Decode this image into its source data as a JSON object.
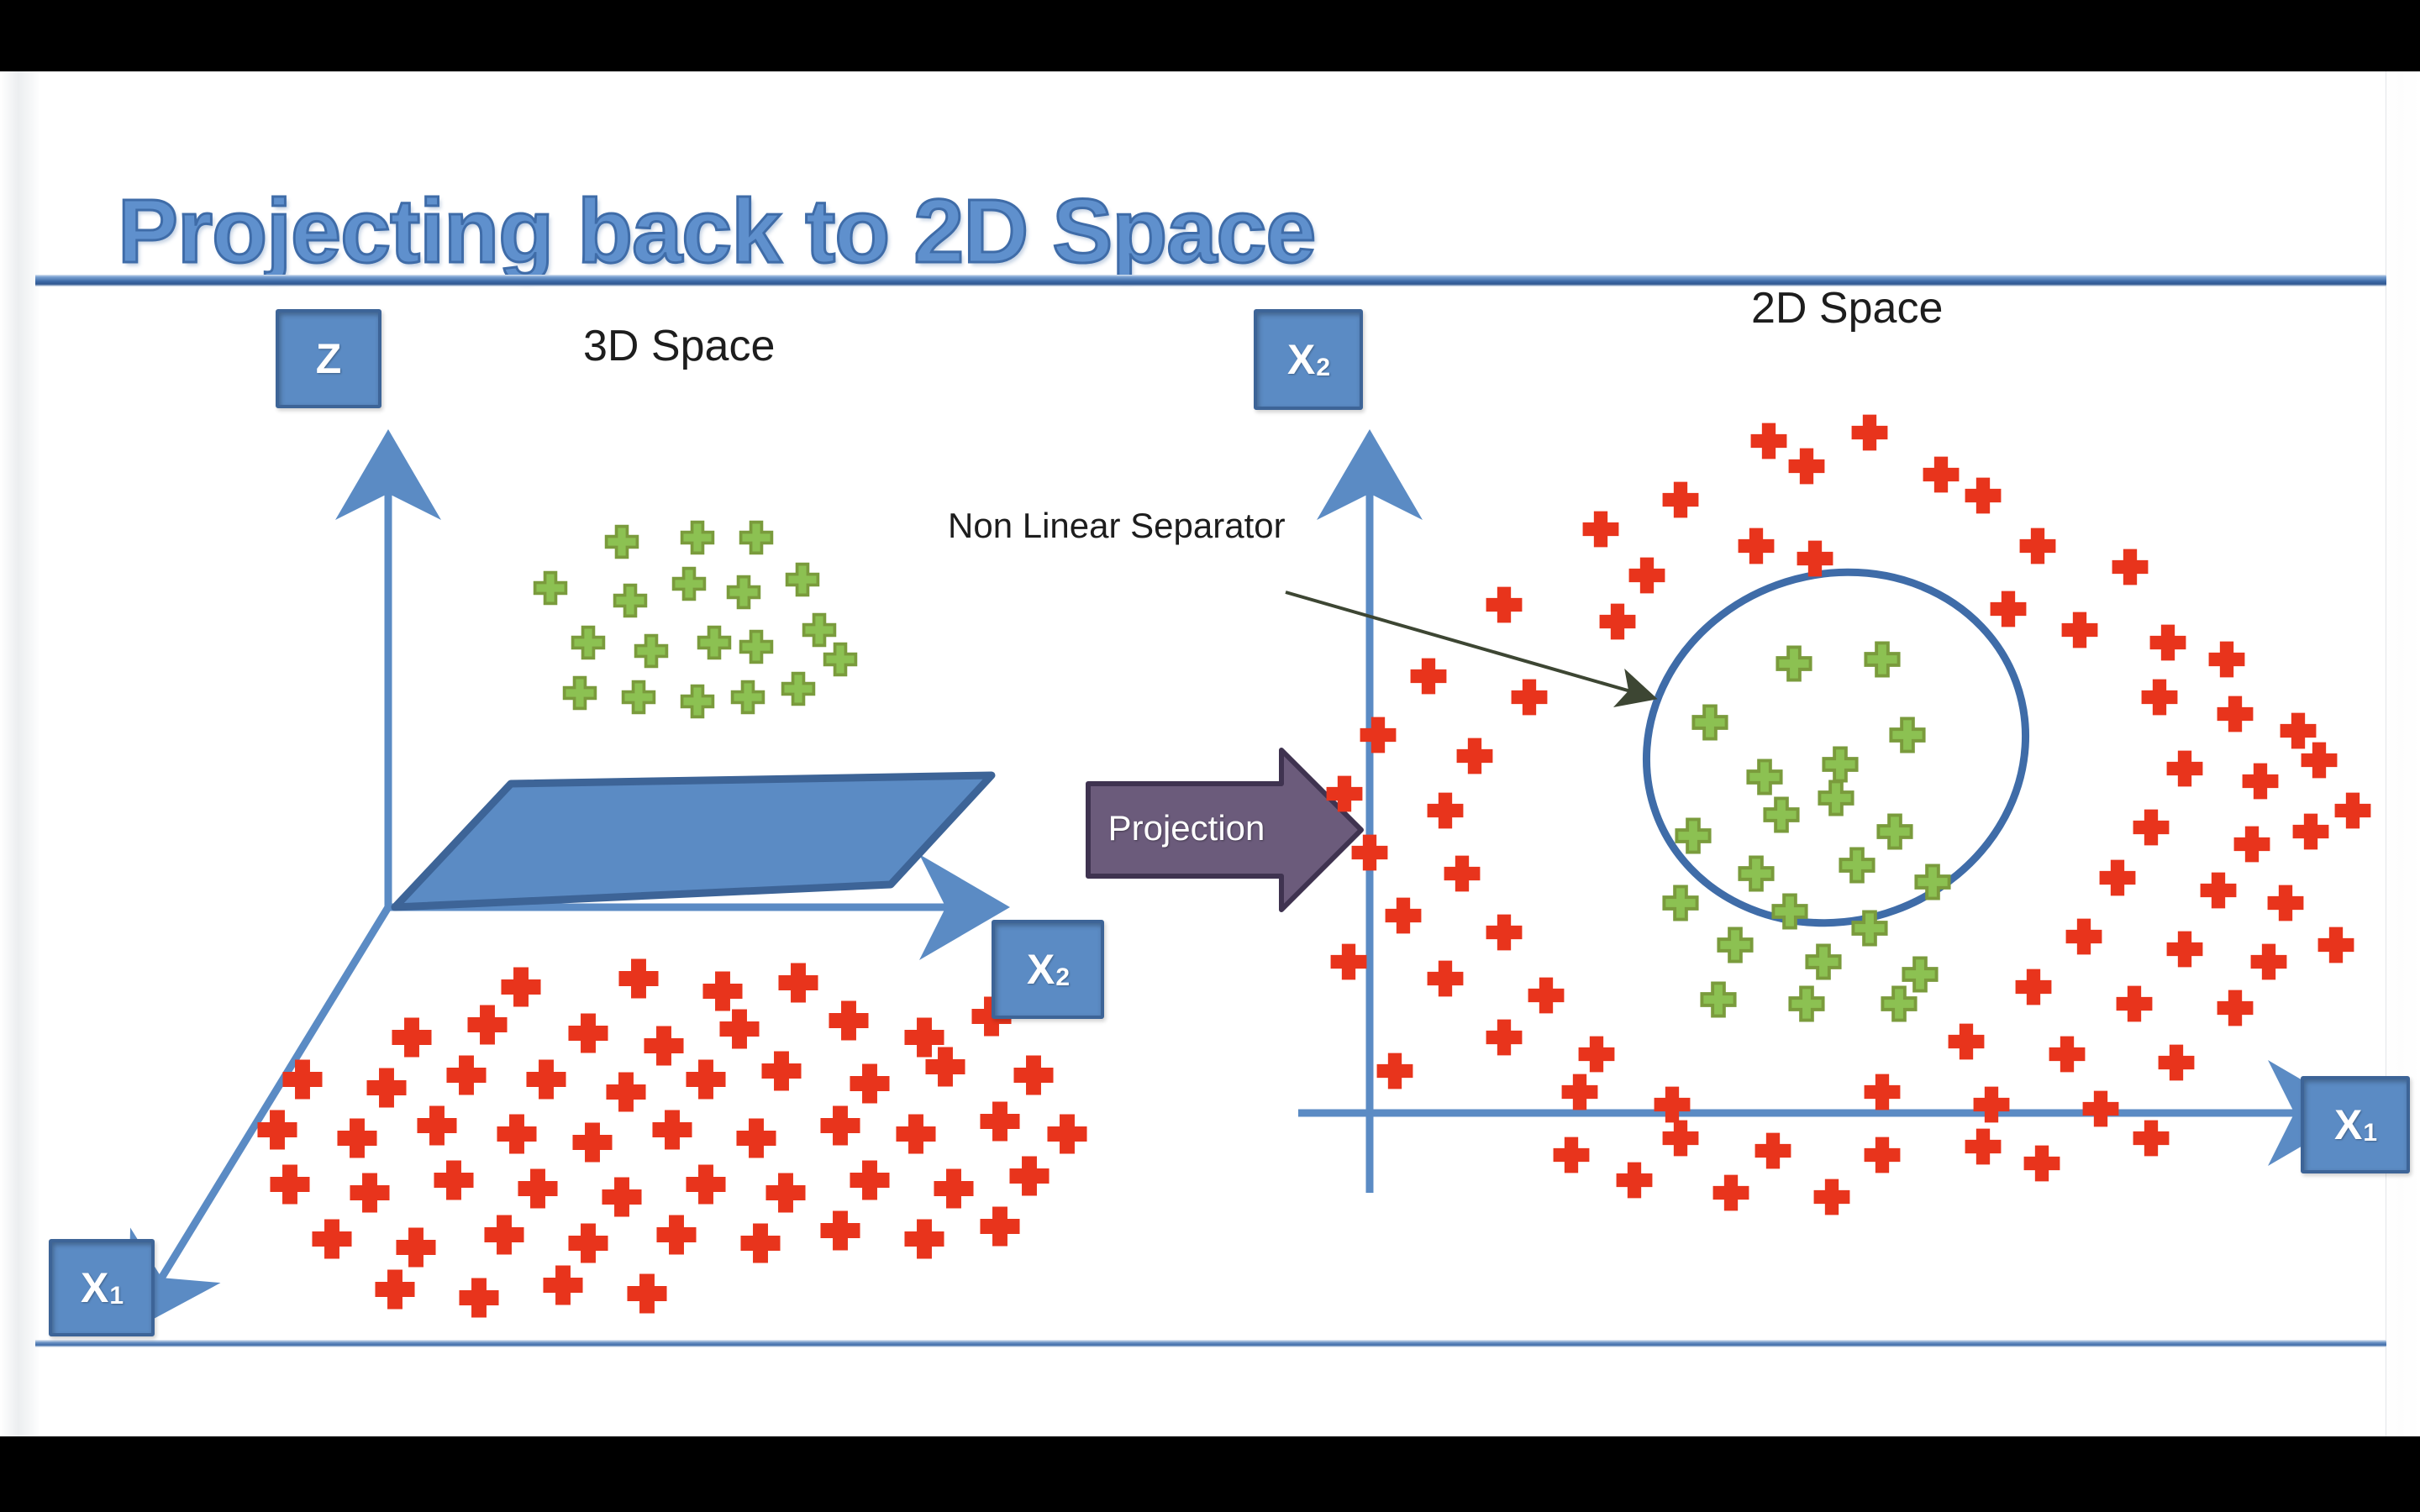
{
  "slide": {
    "title": "Projecting back to 2D Space",
    "title_color": "#5f90cd",
    "title_outline_color": "#3f6ca8",
    "rule_color": "#3f6ca8",
    "background": "#ffffff",
    "letterbox_color": "#000000"
  },
  "left_panel": {
    "heading": "3D Space",
    "axes": [
      {
        "name": "z-axis",
        "label": "Z",
        "sub": ""
      },
      {
        "name": "x2-axis",
        "label": "X",
        "sub": "2"
      },
      {
        "name": "x1-axis",
        "label": "X",
        "sub": "1"
      }
    ],
    "plane_color": "#5b8bc4",
    "plane_border": "#3d6497",
    "green_marker_color": "#8cc152",
    "green_marker_border": "#7a9b3c",
    "red_marker_color": "#e8341c",
    "green_cluster_count": 19,
    "red_cluster_count": 56
  },
  "projection": {
    "label": "Projection",
    "arrow_fill": "#6b5b7b",
    "arrow_border": "#3f3350",
    "text_color": "#ffffff"
  },
  "right_panel": {
    "heading": "2D Space",
    "annotation": "Non Linear Separator",
    "annotation_color": "#404a33",
    "axes": [
      {
        "name": "x2-axis",
        "label": "X",
        "sub": "2"
      },
      {
        "name": "x1-axis",
        "label": "X",
        "sub": "1"
      }
    ],
    "separator_shape": "ellipse",
    "separator_color": "#3f6ca8",
    "green_marker_color": "#8cc152",
    "red_marker_color": "#e8341c",
    "green_inside_count": 22,
    "red_outside_count": 72
  },
  "chart_data": {
    "type": "scatter",
    "title": "Projecting back to 2D Space",
    "panels": [
      {
        "name": "3D Space",
        "axes": [
          "Z",
          "X2",
          "X1"
        ],
        "series": [
          {
            "name": "positive-class",
            "marker": "cross",
            "color": "#8cc152",
            "points": [
              [
                740,
                560
              ],
              [
                830,
                555
              ],
              [
                900,
                555
              ],
              [
                655,
                615
              ],
              [
                750,
                630
              ],
              [
                820,
                610
              ],
              [
                885,
                620
              ],
              [
                955,
                605
              ],
              [
                700,
                680
              ],
              [
                775,
                690
              ],
              [
                850,
                680
              ],
              [
                900,
                685
              ],
              [
                975,
                665
              ],
              [
                690,
                740
              ],
              [
                760,
                745
              ],
              [
                830,
                750
              ],
              [
                890,
                745
              ],
              [
                950,
                735
              ],
              [
                1000,
                700
              ]
            ]
          },
          {
            "name": "negative-class",
            "marker": "cross",
            "color": "#e8341c",
            "points": [
              [
                620,
                1090
              ],
              [
                760,
                1080
              ],
              [
                860,
                1095
              ],
              [
                950,
                1085
              ],
              [
                490,
                1150
              ],
              [
                580,
                1135
              ],
              [
                700,
                1145
              ],
              [
                790,
                1160
              ],
              [
                880,
                1140
              ],
              [
                1010,
                1130
              ],
              [
                1100,
                1150
              ],
              [
                1180,
                1125
              ],
              [
                360,
                1200
              ],
              [
                460,
                1210
              ],
              [
                555,
                1195
              ],
              [
                650,
                1200
              ],
              [
                745,
                1215
              ],
              [
                840,
                1200
              ],
              [
                930,
                1190
              ],
              [
                1035,
                1205
              ],
              [
                1125,
                1185
              ],
              [
                1230,
                1195
              ],
              [
                330,
                1260
              ],
              [
                425,
                1270
              ],
              [
                520,
                1255
              ],
              [
                615,
                1265
              ],
              [
                705,
                1275
              ],
              [
                800,
                1260
              ],
              [
                900,
                1270
              ],
              [
                1000,
                1255
              ],
              [
                1090,
                1265
              ],
              [
                1190,
                1250
              ],
              [
                1270,
                1265
              ],
              [
                345,
                1325
              ],
              [
                440,
                1335
              ],
              [
                540,
                1320
              ],
              [
                640,
                1330
              ],
              [
                740,
                1340
              ],
              [
                840,
                1325
              ],
              [
                935,
                1335
              ],
              [
                1035,
                1320
              ],
              [
                1135,
                1330
              ],
              [
                1225,
                1315
              ],
              [
                395,
                1390
              ],
              [
                495,
                1400
              ],
              [
                600,
                1385
              ],
              [
                700,
                1395
              ],
              [
                805,
                1385
              ],
              [
                905,
                1395
              ],
              [
                1000,
                1380
              ],
              [
                1100,
                1390
              ],
              [
                1190,
                1375
              ],
              [
                470,
                1450
              ],
              [
                570,
                1460
              ],
              [
                670,
                1445
              ],
              [
                770,
                1455
              ]
            ]
          }
        ]
      },
      {
        "name": "2D Space",
        "axes": [
          "X2",
          "X1"
        ],
        "separator": {
          "type": "ellipse",
          "cx": 2185,
          "cy": 805,
          "rx": 225,
          "ry": 205,
          "rotation": -20
        },
        "series": [
          {
            "name": "positive-class-inside",
            "marker": "cross",
            "color": "#8cc152",
            "points": [
              [
                2135,
                705
              ],
              [
                2240,
                700
              ],
              [
                2035,
                775
              ],
              [
                2190,
                825
              ],
              [
                2270,
                790
              ],
              [
                2120,
                885
              ],
              [
                2015,
                910
              ],
              [
                2185,
                865
              ],
              [
                2090,
                955
              ],
              [
                2255,
                905
              ],
              [
                2000,
                990
              ],
              [
                2130,
                1000
              ],
              [
                2065,
                1040
              ],
              [
                2225,
                1020
              ],
              [
                2300,
                965
              ],
              [
                2170,
                1060
              ],
              [
                2285,
                1075
              ],
              [
                2045,
                1105
              ],
              [
                2150,
                1110
              ],
              [
                2100,
                840
              ],
              [
                2210,
                945
              ],
              [
                2260,
                1110
              ]
            ]
          },
          {
            "name": "negative-class-outside",
            "marker": "cross",
            "color": "#e8341c",
            "points": [
              [
                2105,
                440
              ],
              [
                2225,
                430
              ],
              [
                2310,
                480
              ],
              [
                2000,
                510
              ],
              [
                1905,
                545
              ],
              [
                2090,
                565
              ],
              [
                2160,
                580
              ],
              [
                2360,
                505
              ],
              [
                2425,
                565
              ],
              [
                2535,
                590
              ],
              [
                1790,
                635
              ],
              [
                1925,
                655
              ],
              [
                2390,
                640
              ],
              [
                2475,
                665
              ],
              [
                2580,
                680
              ],
              [
                2650,
                700
              ],
              [
                1700,
                720
              ],
              [
                1820,
                745
              ],
              [
                2570,
                745
              ],
              [
                2660,
                765
              ],
              [
                2735,
                785
              ],
              [
                1640,
                790
              ],
              [
                1755,
                815
              ],
              [
                2600,
                830
              ],
              [
                2690,
                845
              ],
              [
                2760,
                820
              ],
              [
                1600,
                860
              ],
              [
                1720,
                880
              ],
              [
                2560,
                900
              ],
              [
                2680,
                920
              ],
              [
                2750,
                905
              ],
              [
                1630,
                930
              ],
              [
                1740,
                955
              ],
              [
                2520,
                960
              ],
              [
                2640,
                975
              ],
              [
                2720,
                990
              ],
              [
                1670,
                1005
              ],
              [
                1790,
                1025
              ],
              [
                2480,
                1030
              ],
              [
                2600,
                1045
              ],
              [
                2700,
                1060
              ],
              [
                1720,
                1080
              ],
              [
                1840,
                1100
              ],
              [
                2420,
                1090
              ],
              [
                2540,
                1110
              ],
              [
                2660,
                1115
              ],
              [
                1790,
                1150
              ],
              [
                1900,
                1170
              ],
              [
                2340,
                1155
              ],
              [
                2460,
                1170
              ],
              [
                2590,
                1180
              ],
              [
                1880,
                1215
              ],
              [
                1990,
                1230
              ],
              [
                2240,
                1215
              ],
              [
                2370,
                1230
              ],
              [
                2500,
                1235
              ],
              [
                2000,
                1270
              ],
              [
                2110,
                1285
              ],
              [
                2240,
                1290
              ],
              [
                2360,
                1280
              ],
              [
                1945,
                1320
              ],
              [
                2060,
                1335
              ],
              [
                2180,
                1340
              ],
              [
                1870,
                1290
              ],
              [
                2430,
                1300
              ],
              [
                2560,
                1270
              ],
              [
                1660,
                1190
              ],
              [
                2780,
                1040
              ],
              [
                2800,
                880
              ],
              [
                1605,
                1060
              ],
              [
                2150,
                470
              ],
              [
                1960,
                600
              ]
            ]
          }
        ]
      }
    ]
  }
}
